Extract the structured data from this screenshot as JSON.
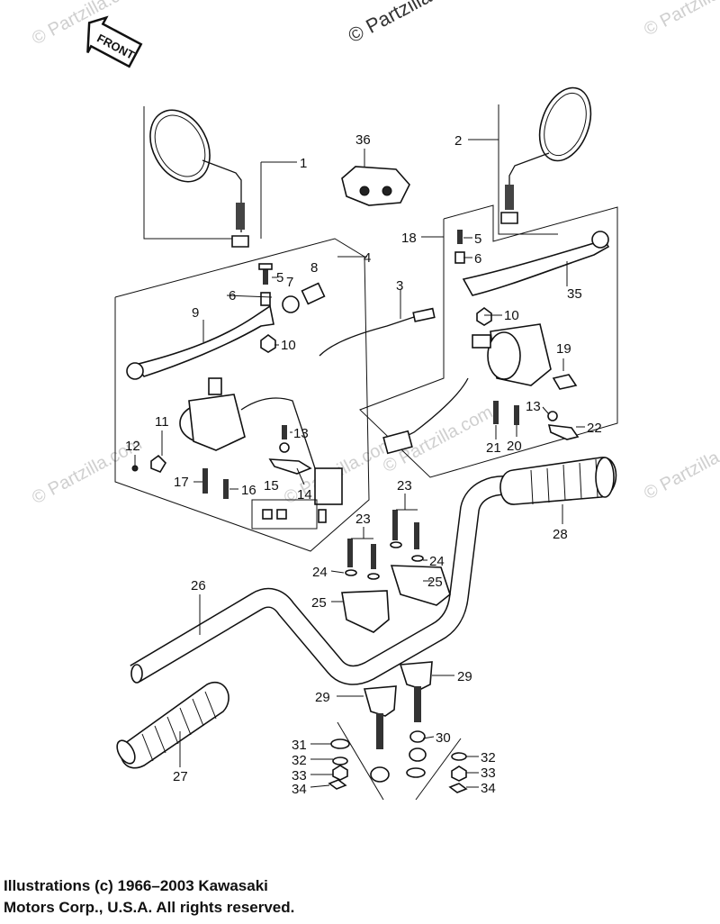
{
  "watermark": {
    "top": "© Partzilla.com",
    "side": "© Partzilla.com"
  },
  "front_label": "FRONT",
  "copyright": {
    "line1": "Illustrations (c) 1966–2003 Kawasaki",
    "line2": "Motors Corp., U.S.A.  All rights reserved."
  },
  "callouts": {
    "p1": "1",
    "p2": "2",
    "p3": "3",
    "p4": "4",
    "p5a": "5",
    "p5b": "5",
    "p6a": "6",
    "p6b": "6",
    "p7": "7",
    "p8": "8",
    "p9": "9",
    "p10a": "10",
    "p10b": "10",
    "p11": "11",
    "p12": "12",
    "p13a": "13",
    "p13b": "13",
    "p14": "14",
    "p15": "15",
    "p16": "16",
    "p17": "17",
    "p18": "18",
    "p19": "19",
    "p20": "20",
    "p21": "21",
    "p22": "22",
    "p23a": "23",
    "p23b": "23",
    "p24a": "24",
    "p24b": "24",
    "p25a": "25",
    "p25b": "25",
    "p26": "26",
    "p27": "27",
    "p28": "28",
    "p29a": "29",
    "p29b": "29",
    "p30": "30",
    "p31": "31",
    "p32a": "32",
    "p32b": "32",
    "p33a": "33",
    "p33b": "33",
    "p34a": "34",
    "p34b": "34",
    "p35": "35",
    "p36": "36"
  }
}
